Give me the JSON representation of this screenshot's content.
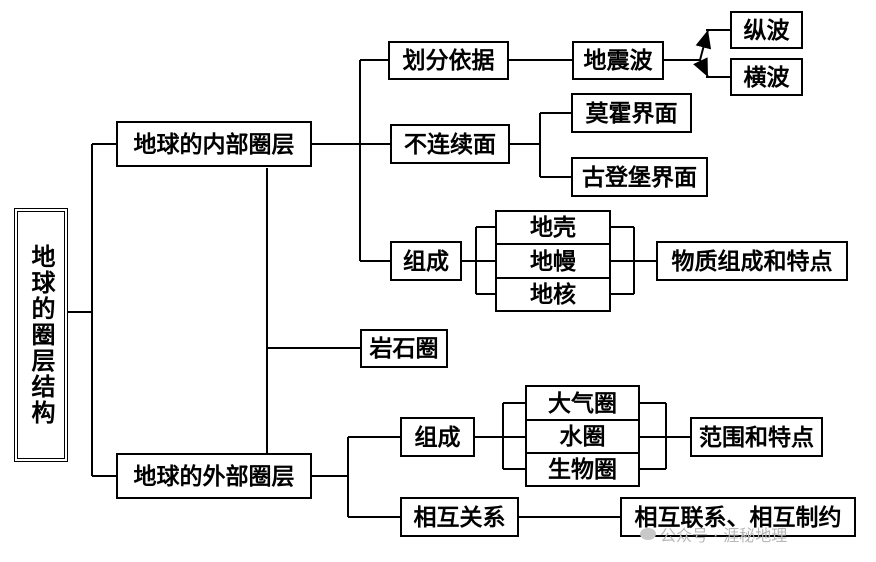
{
  "root": "地球的圈层结构",
  "inner": {
    "label": "地球的内部圈层",
    "basis": {
      "label": "划分依据",
      "wave": "地震波",
      "waves": [
        "纵波",
        "横波"
      ]
    },
    "discontinuity": {
      "label": "不连续面",
      "items": [
        "莫霍界面",
        "古登堡界面"
      ]
    },
    "composition": {
      "label": "组成",
      "layers": [
        "地壳",
        "地幔",
        "地核"
      ],
      "result": "物质组成和特点"
    }
  },
  "rock": "岩石圈",
  "outer": {
    "label": "地球的外部圈层",
    "composition": {
      "label": "组成",
      "layers": [
        "大气圈",
        "水圈",
        "生物圈"
      ],
      "result": "范围和特点"
    },
    "relation": {
      "label": "相互关系",
      "result": "相互联系、相互制约"
    }
  },
  "watermark": "公众号 · 涯秘地理"
}
